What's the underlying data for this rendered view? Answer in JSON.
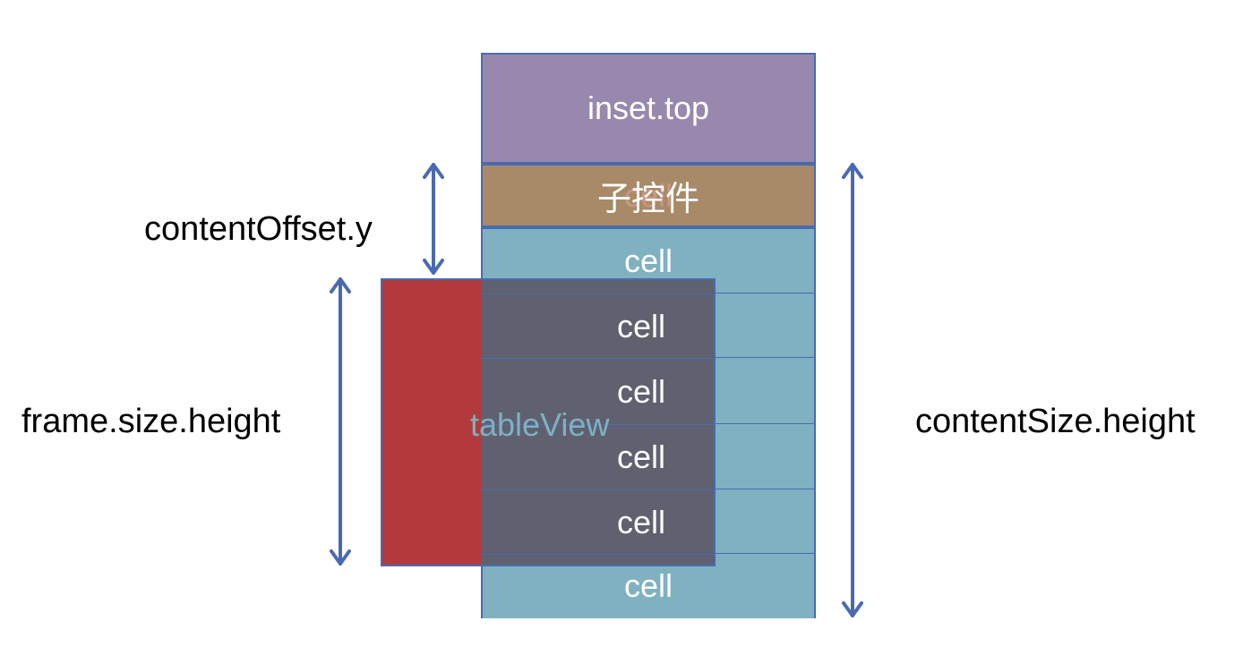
{
  "labels": {
    "content_offset": "contentOffset.y",
    "frame_height": "frame.size.height",
    "content_size_height": "contentSize.height"
  },
  "blocks": {
    "inset_top": "inset.top",
    "subview": "子控件",
    "subview_ghost": "cell",
    "tableview": "tableView"
  },
  "content_cells": [
    "cell",
    "cell",
    "cell",
    "cell",
    "cell",
    "cell"
  ],
  "colors": {
    "inset_top": "#9988ad",
    "subview": "#a88a68",
    "content_cell": "#7fb1c1",
    "tableview_frame": "#b23a3c",
    "tableview_overlay": "#5f6070",
    "arrow": "#4a6ab0"
  }
}
